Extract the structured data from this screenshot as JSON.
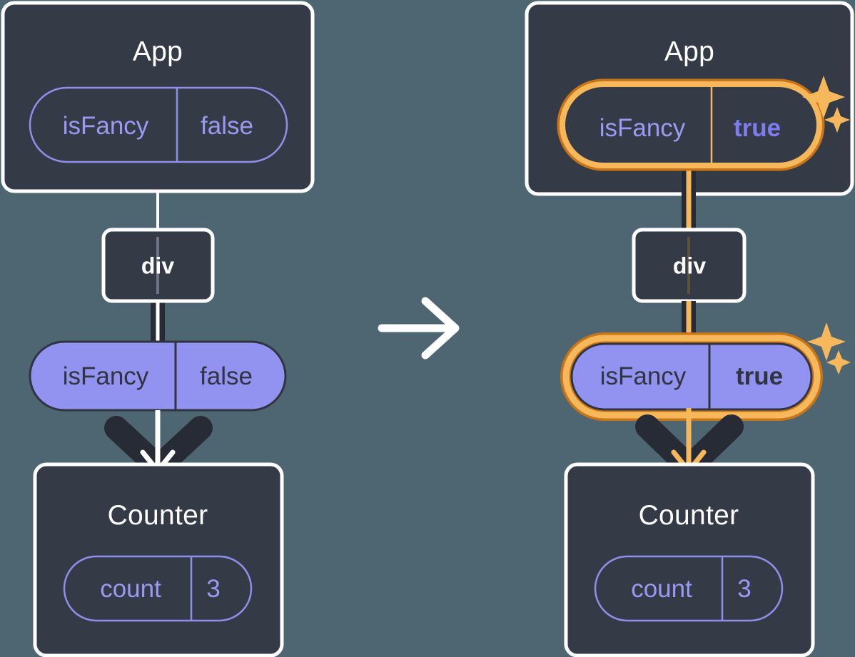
{
  "diagram": {
    "type": "react-state-propagation",
    "background_color": "#4d6672",
    "panel_color": "#343a46",
    "accent_highlight_color": "#f7b85c",
    "accent_highlight_dark_color": "#c97517",
    "state_pill_fill_color": "#9292f0",
    "state_pill_outline_color": "#8f8fea",
    "edge_dark_color": "#262b36",
    "edge_light_color": "#ffffff"
  },
  "transition_arrow": {
    "icon": "arrow-right-icon",
    "color": "#ffffff"
  },
  "before": {
    "app": {
      "title": "App",
      "state": {
        "key": "isFancy",
        "value": "false",
        "highlighted": false,
        "filled": false
      }
    },
    "div": {
      "title": "div"
    },
    "prop_pill": {
      "key": "isFancy",
      "value": "false",
      "highlighted": false,
      "filled": true
    },
    "counter": {
      "title": "Counter",
      "state": {
        "key": "count",
        "value": "3",
        "highlighted": false,
        "filled": false
      }
    }
  },
  "after": {
    "app": {
      "title": "App",
      "state": {
        "key": "isFancy",
        "value": "true",
        "highlighted": true,
        "filled": false
      },
      "sparkle": "sparkle-icon"
    },
    "div": {
      "title": "div"
    },
    "prop_pill": {
      "key": "isFancy",
      "value": "true",
      "highlighted": true,
      "filled": true,
      "sparkle": "sparkle-icon"
    },
    "counter": {
      "title": "Counter",
      "state": {
        "key": "count",
        "value": "3",
        "highlighted": false,
        "filled": false
      }
    }
  }
}
